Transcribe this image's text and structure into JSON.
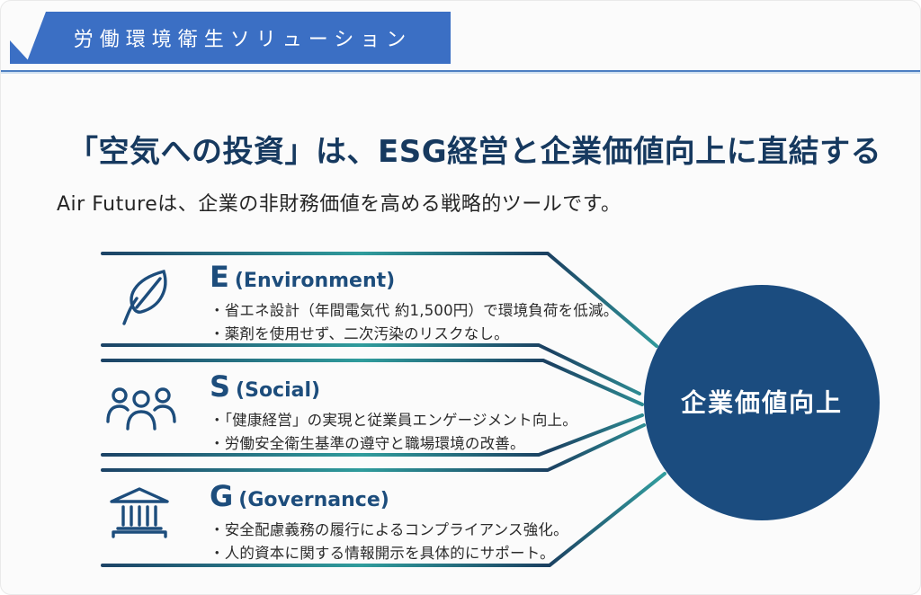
{
  "banner": {
    "label": "労働環境衛生ソリューション",
    "bg_color": "#3b6fc4"
  },
  "headline": {
    "title": "「空気への投資」は、ESG経営と企業価値向上に直結する",
    "subtitle": "Air Futureは、企業の非財務価値を高める戦略的ツールです。"
  },
  "sections": [
    {
      "id": "environment",
      "letter": "E",
      "name": "(Environment)",
      "icon": "leaf-icon",
      "bullets": [
        "・省エネ設計（年間電気代 約1,500円）で環境負荷を低減。",
        "・薬剤を使用せず、二次汚染のリスクなし。"
      ]
    },
    {
      "id": "social",
      "letter": "S",
      "name": "(Social)",
      "icon": "people-group-icon",
      "bullets": [
        "・「健康経営」の実現と従業員エンゲージメント向上。",
        "・労働安全衛生基準の遵守と職場環境の改善。"
      ]
    },
    {
      "id": "governance",
      "letter": "G",
      "name": "(Governance)",
      "icon": "bank-icon",
      "bullets": [
        "・安全配慮義務の履行によるコンプライアンス強化。",
        "・人的資本に関する情報開示を具体的にサポート。"
      ]
    }
  ],
  "result_circle": {
    "label": "企業価値向上",
    "bg_color": "#1b4c7f"
  },
  "colors": {
    "banner_blue": "#3b6fc4",
    "title_navy": "#16395f",
    "heading_navy": "#1d4d7c",
    "line_navy": "#1c4366",
    "line_teal": "#2f9c9c",
    "circle_navy": "#1b4c7f"
  }
}
